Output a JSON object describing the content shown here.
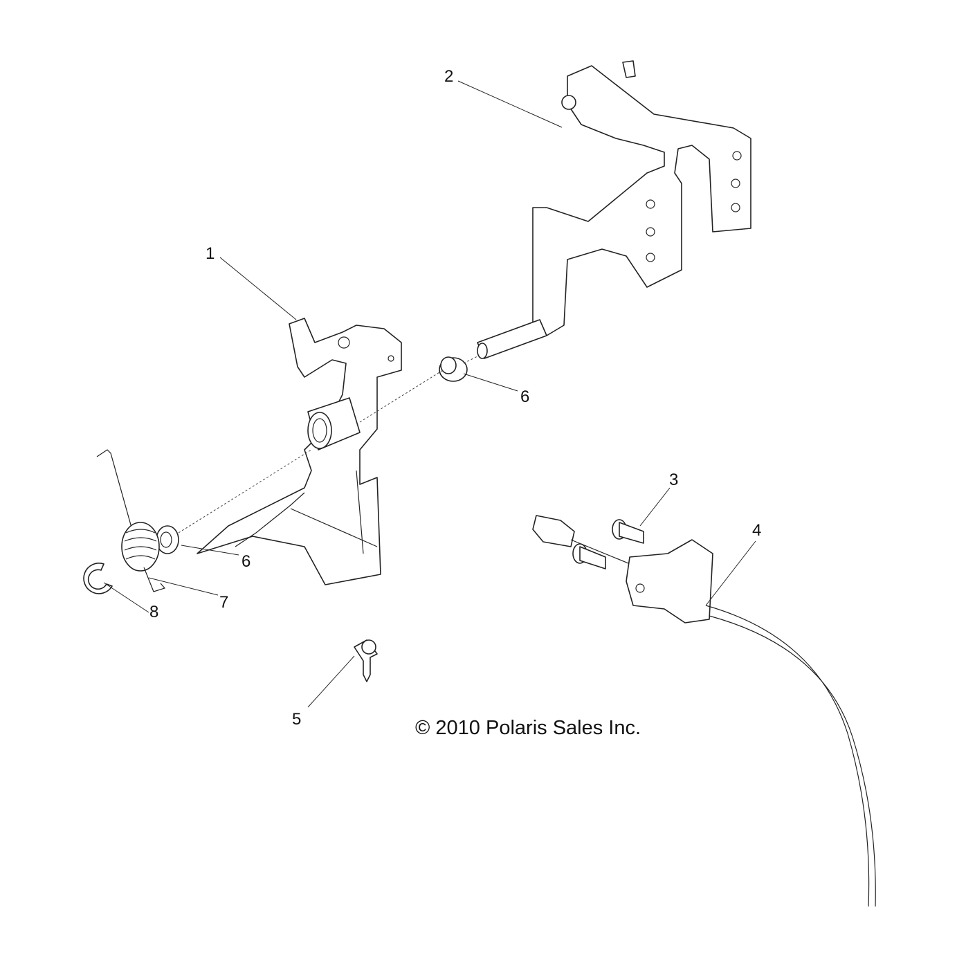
{
  "callouts": {
    "c1": "1",
    "c2": "2",
    "c3": "3",
    "c4": "4",
    "c5": "5",
    "c6a": "6",
    "c6b": "6",
    "c7": "7",
    "c8": "8"
  },
  "copyright": "© 2010 Polaris Sales Inc."
}
